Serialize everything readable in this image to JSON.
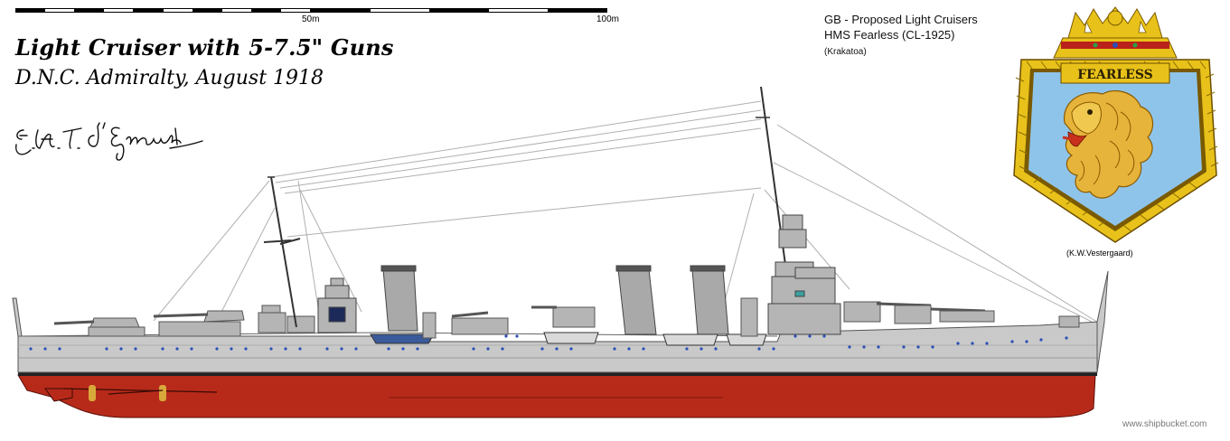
{
  "scale": {
    "label_mid": "50m",
    "label_end": "100m"
  },
  "title": {
    "line1": "Light Cruiser with 5-7.5\" Guns",
    "line2": "D.N.C. Admiralty, August 1918",
    "signature": "E.H.T. d'Eyncourt"
  },
  "info": {
    "line1": "GB - Proposed Light Cruisers",
    "line2": "HMS Fearless (CL-1925)",
    "line3": "(Krakatoa)"
  },
  "badge": {
    "name": "FEARLESS",
    "field_color": "#8fc4ea",
    "rope_color": "#e8c21a",
    "lion_color": "#e6b43a"
  },
  "credit": "(K.W.Vestergaard)",
  "watermark": "www.shipbucket.com",
  "colors": {
    "hull": "#c9c9c9",
    "antifouling": "#b72a1a",
    "deck": "#9a9a9a",
    "portholes": "#2b4fb8"
  }
}
